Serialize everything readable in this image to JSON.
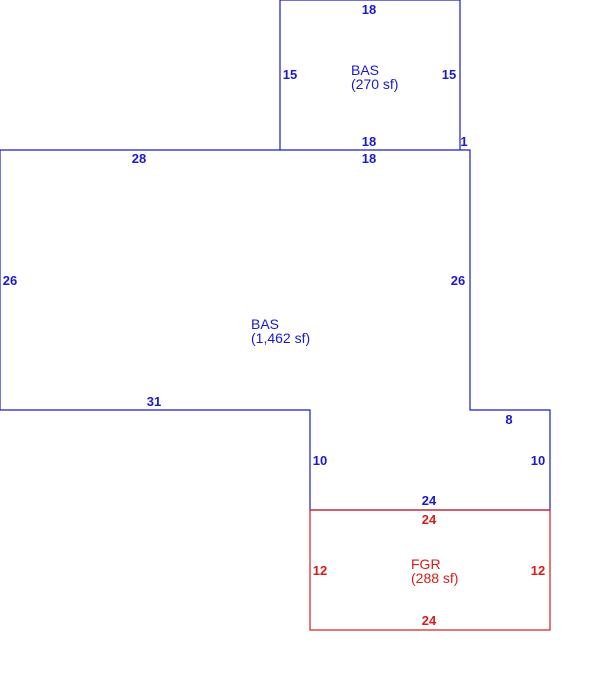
{
  "colors": {
    "living": "#1a1acc",
    "garage": "#d81c1c",
    "background": "#ffffff"
  },
  "areas": {
    "upper_bas": {
      "code": "BAS",
      "size": "(270 sf)"
    },
    "main_bas": {
      "code": "BAS",
      "size": "(1,462 sf)"
    },
    "garage": {
      "code": "FGR",
      "size": "(288 sf)"
    }
  },
  "dimensions": {
    "upper_top": "18",
    "upper_left": "15",
    "upper_right": "15",
    "upper_bottom": "18",
    "upper_offset": "1",
    "main_top_left": "28",
    "main_top_right": "18",
    "main_left": "26",
    "main_right": "26",
    "main_bottom_left": "31",
    "main_step_right": "8",
    "main_lower_left": "10",
    "main_lower_right": "10",
    "main_bottom": "24",
    "garage_top": "24",
    "garage_left": "12",
    "garage_right": "12",
    "garage_bottom": "24"
  }
}
